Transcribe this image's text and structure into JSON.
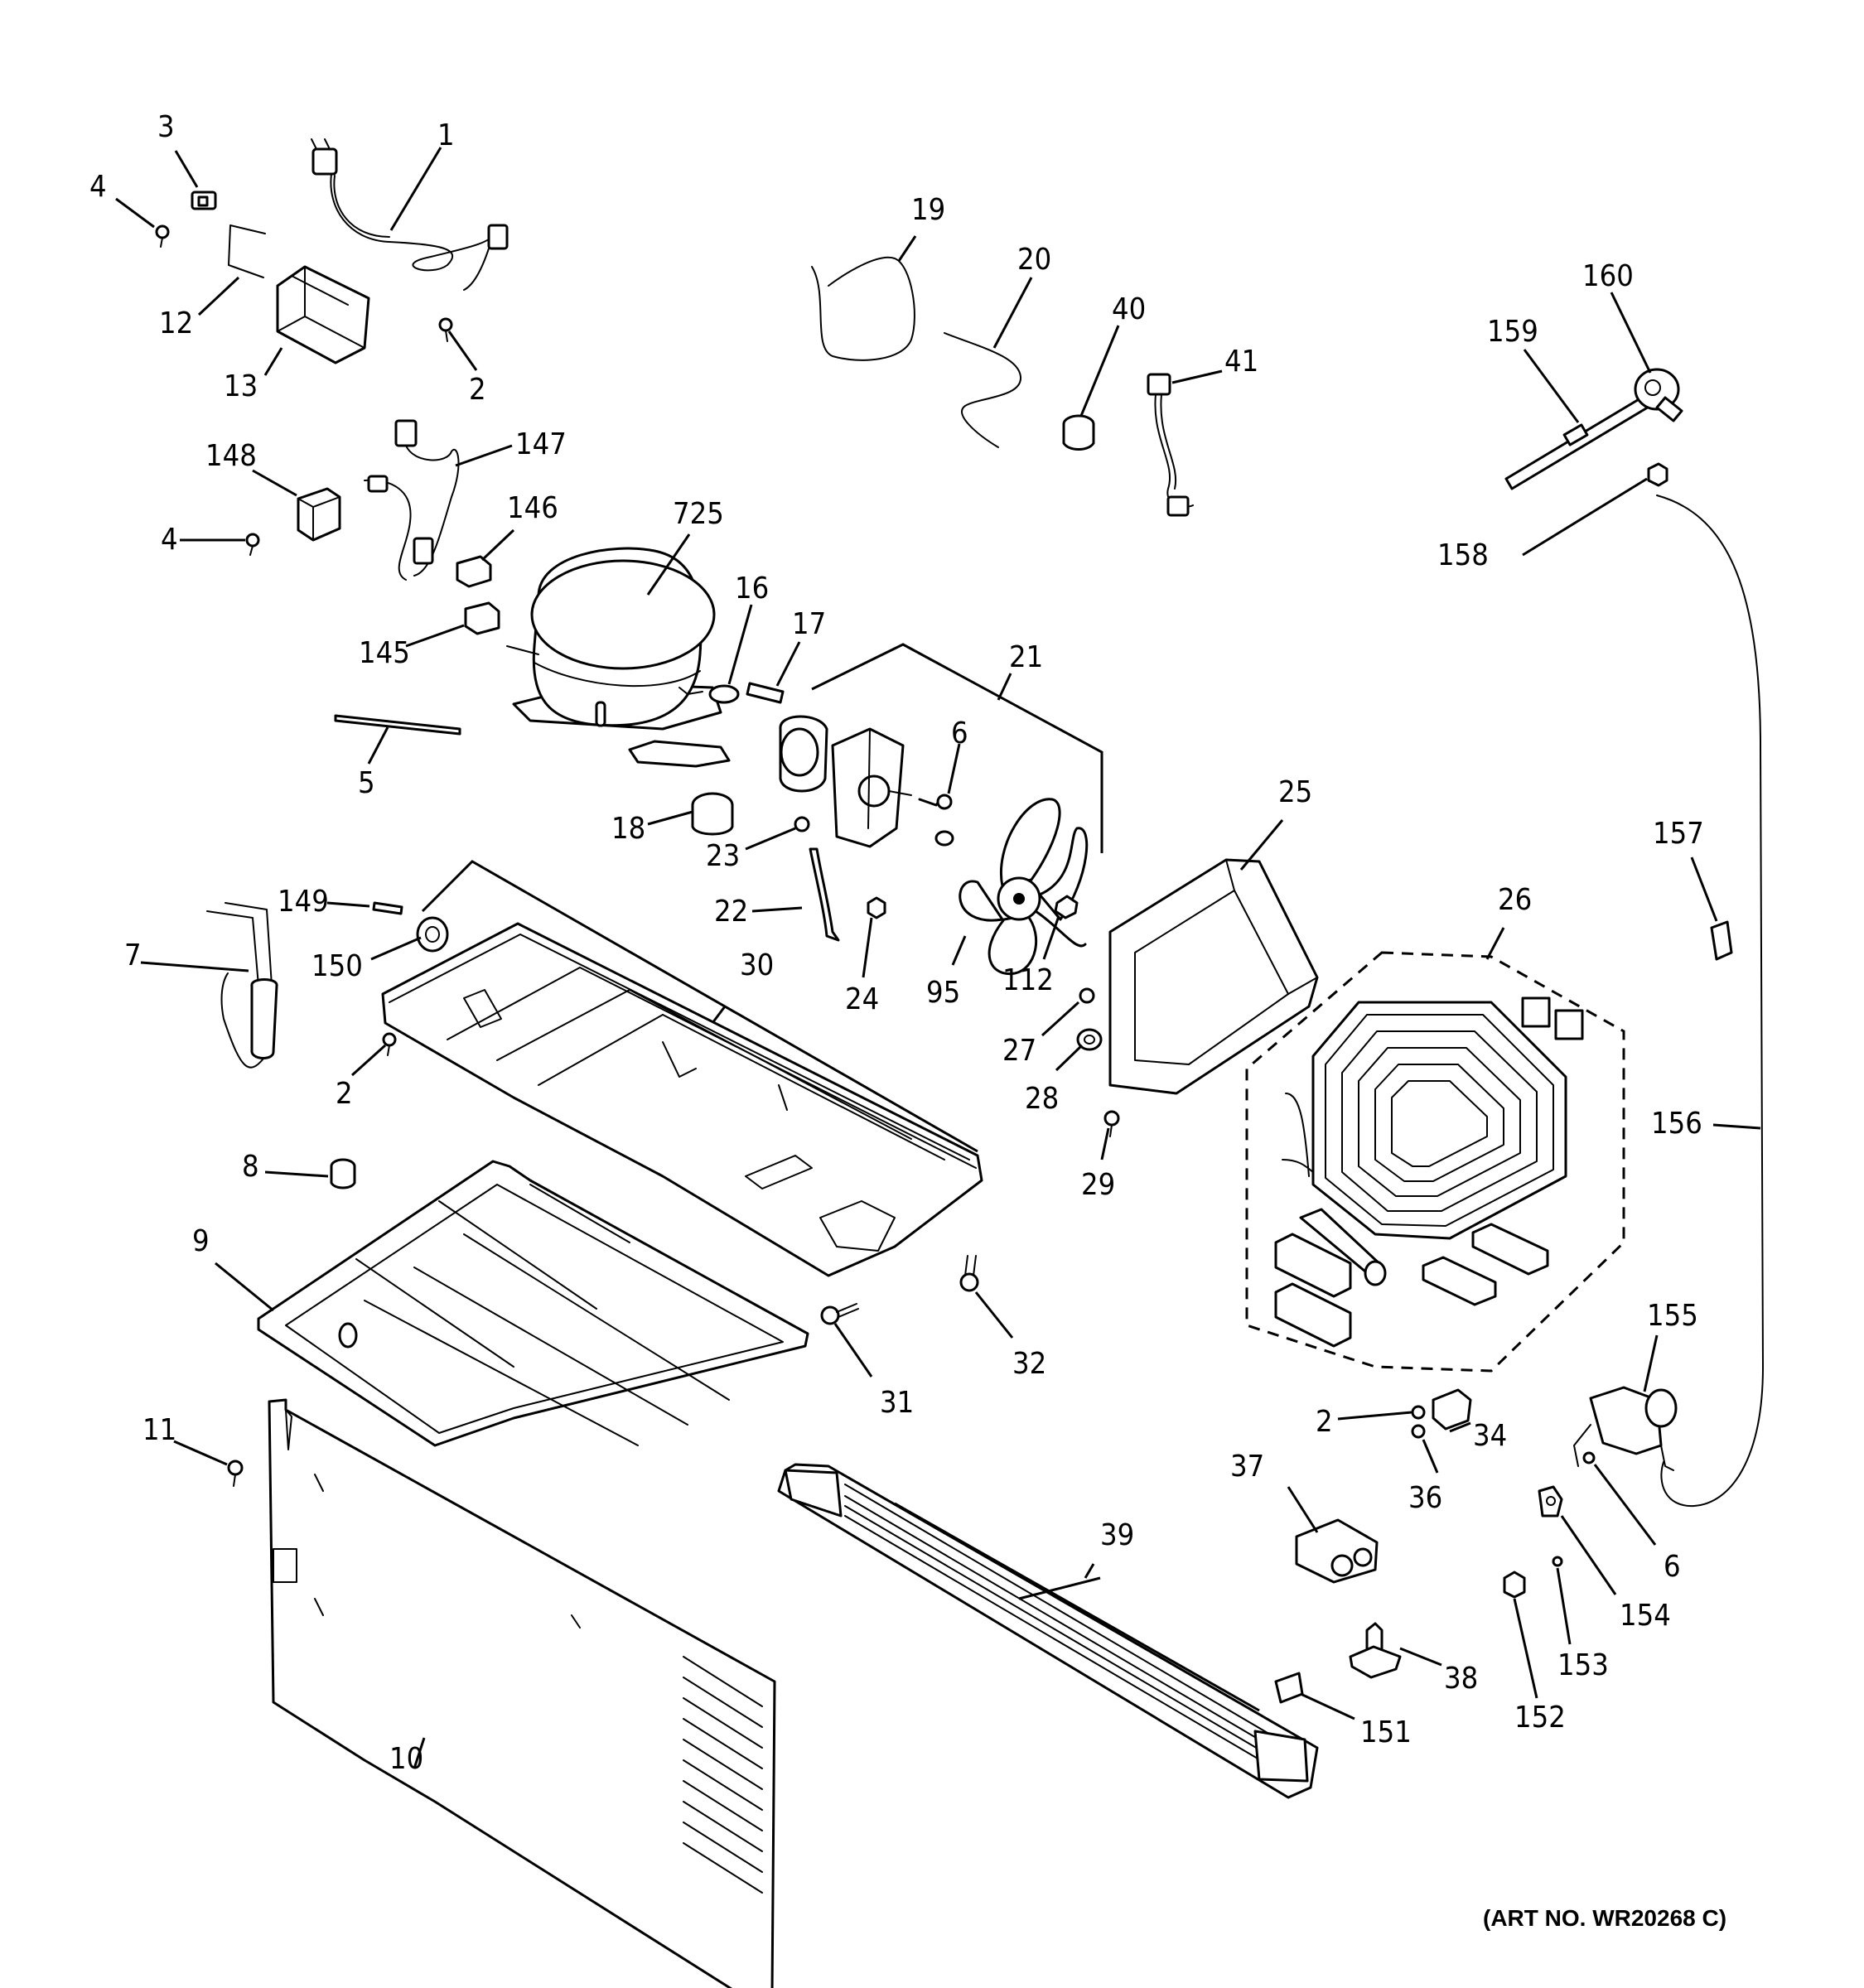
{
  "diagram": {
    "callouts": [
      "1",
      "2",
      "2",
      "2",
      "2",
      "3",
      "4",
      "4",
      "5",
      "6",
      "6",
      "7",
      "8",
      "9",
      "10",
      "11",
      "12",
      "13",
      "16",
      "17",
      "18",
      "19",
      "20",
      "21",
      "22",
      "23",
      "24",
      "25",
      "26",
      "27",
      "28",
      "29",
      "30",
      "31",
      "32",
      "34",
      "36",
      "37",
      "38",
      "39",
      "40",
      "41",
      "95",
      "112",
      "145",
      "146",
      "147",
      "148",
      "149",
      "150",
      "151",
      "152",
      "153",
      "154",
      "155",
      "156",
      "157",
      "158",
      "159",
      "160",
      "725"
    ],
    "art_number": "(ART NO. WR20268 C)"
  }
}
